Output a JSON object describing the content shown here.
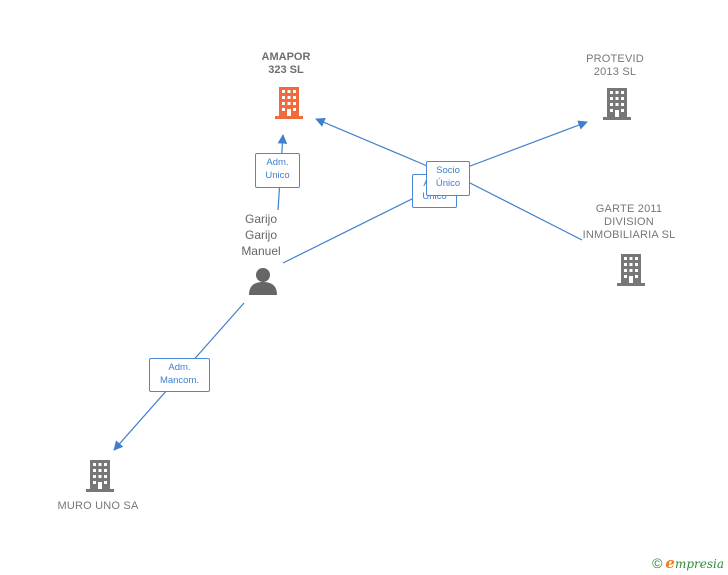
{
  "nodes": {
    "amapor": {
      "label": "AMAPOR\n323  SL",
      "color": "#f06a3c"
    },
    "protevid": {
      "label": "PROTEVID\n2013  SL",
      "color": "#777777"
    },
    "garte": {
      "label": "GARTE 2011\nDIVISION\nINMOBILIARIA SL",
      "color": "#777777"
    },
    "garijo": {
      "label": "Garijo\nGarijo\nManuel",
      "color": "#666666"
    },
    "muro": {
      "label": "MURO UNO SA",
      "color": "#777777"
    }
  },
  "edges": {
    "adm_unico_amapor": "Adm.\nUnico",
    "adm_unico_hidden": "Adm.\nUnico",
    "socio_unico": "Socio\nÚnico",
    "adm_mancom": "Adm.\nMancom."
  },
  "colors": {
    "edge": "#3f7fcb",
    "highlight_company": "#f06a3c",
    "company": "#777777",
    "brand_green": "#2f8c3c",
    "brand_orange": "#f07c1a"
  },
  "footer": {
    "copyright": "©",
    "brand_initial": "e",
    "brand_rest": "mpresia"
  }
}
